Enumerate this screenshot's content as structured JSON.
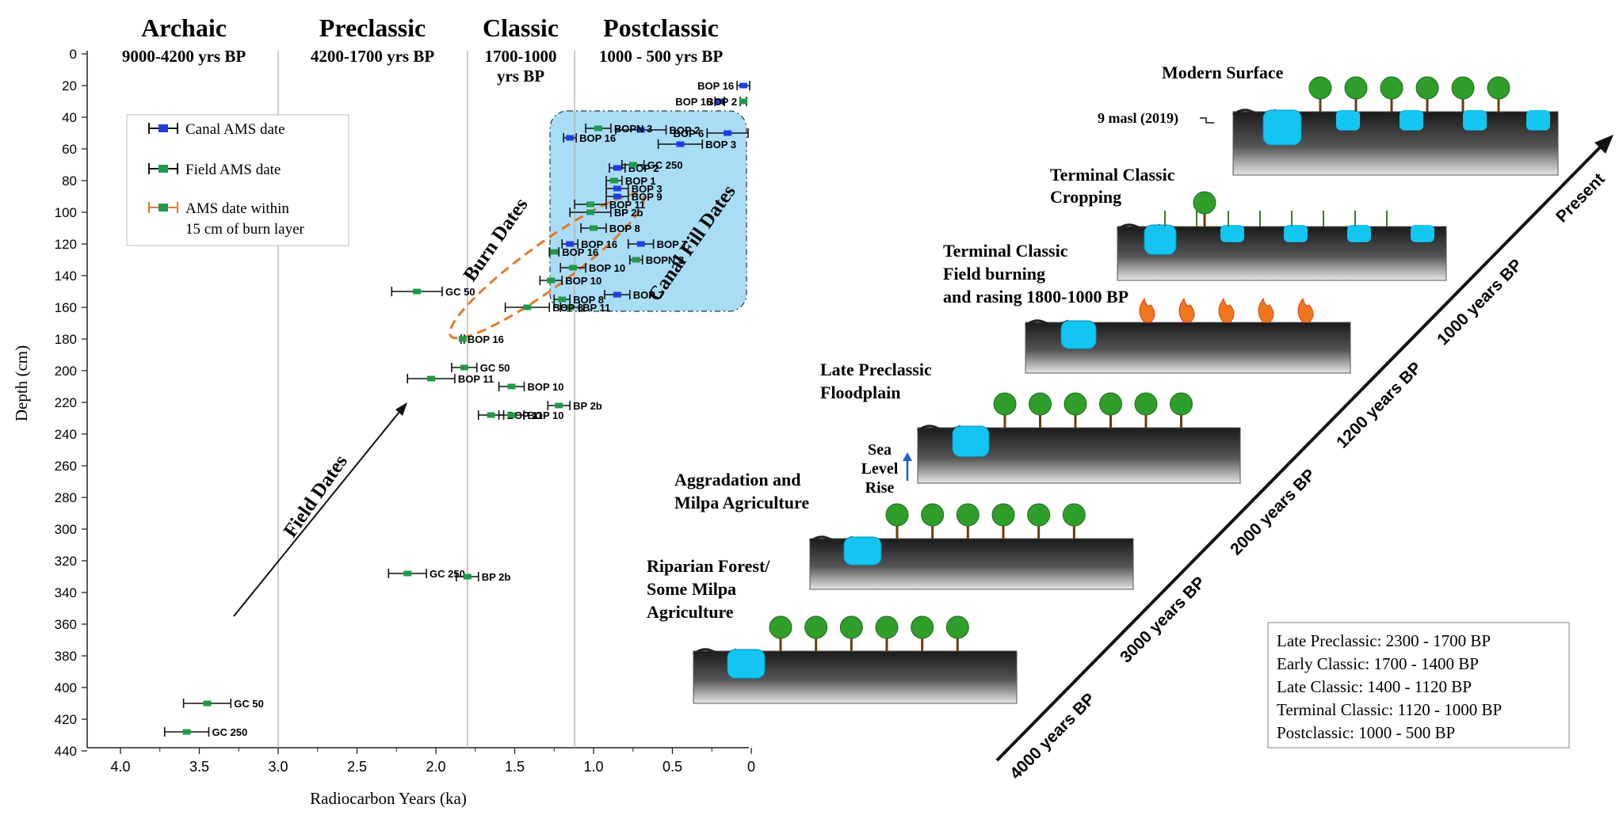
{
  "periods": [
    {
      "name": "Archaic",
      "range": "9000-4200 yrs BP"
    },
    {
      "name": "Preclassic",
      "range": "4200-1700 yrs BP"
    },
    {
      "name": "Classic",
      "range": "1700-1000",
      "range2": "yrs BP"
    },
    {
      "name": "Postclassic",
      "range": "1000 - 500 yrs BP"
    }
  ],
  "chart_data": {
    "type": "scatter",
    "xlabel": "Radiocarbon Years (ka)",
    "ylabel": "Depth (cm)",
    "xlim": [
      4.0,
      0.0
    ],
    "ylim": [
      0,
      440
    ],
    "x_reversed": true,
    "y_reversed": true,
    "xticks": [
      "4.0",
      "3.5",
      "3.0",
      "2.5",
      "2.0",
      "1.5",
      "1.0",
      "0.5",
      "0"
    ],
    "xtick_values": [
      4.0,
      3.5,
      3.0,
      2.5,
      2.0,
      1.5,
      1.0,
      0.5,
      0.0
    ],
    "yticks": [
      0,
      20,
      40,
      60,
      80,
      100,
      120,
      140,
      160,
      180,
      200,
      220,
      240,
      260,
      280,
      300,
      320,
      340,
      360,
      380,
      400,
      420,
      440
    ],
    "period_boundaries": [
      3.0,
      1.8,
      1.12
    ],
    "legend": [
      {
        "label": "Canal AMS date",
        "color": "#1e3fe0"
      },
      {
        "label": "Field AMS date",
        "color": "#1e9a4a"
      },
      {
        "label": "AMS date within",
        "label2": "15 cm of burn layer",
        "color": "#e8782a"
      }
    ],
    "annotations": {
      "field": "Field Dates",
      "burn": "Burn Dates",
      "canal": "Canal  Fill Dates"
    },
    "series": [
      {
        "name": "Canal AMS date",
        "color": "#1e3fe0",
        "points": [
          {
            "label": "BOP 16",
            "x": 0.05,
            "y": 20,
            "xerr": 0.04
          },
          {
            "label": "BOP 16",
            "x": 0.2,
            "y": 30,
            "xerr": 0.03
          },
          {
            "label": "BOP 6",
            "x": 0.15,
            "y": 50,
            "xerr": 0.13
          },
          {
            "label": "BOP 2",
            "x": 0.7,
            "y": 48,
            "xerr": 0.16
          },
          {
            "label": "BOP 3",
            "x": 0.45,
            "y": 57,
            "xerr": 0.14
          },
          {
            "label": "BOP 16",
            "x": 1.15,
            "y": 53,
            "xerr": 0.04
          },
          {
            "label": "BOP 2",
            "x": 0.85,
            "y": 72,
            "xerr": 0.05
          },
          {
            "label": "BOP 3",
            "x": 0.85,
            "y": 85,
            "xerr": 0.07
          },
          {
            "label": "BOP 9",
            "x": 0.85,
            "y": 90,
            "xerr": 0.07
          },
          {
            "label": "BOP 7",
            "x": 0.7,
            "y": 120,
            "xerr": 0.08
          },
          {
            "label": "BOP 16",
            "x": 1.15,
            "y": 120,
            "xerr": 0.05
          },
          {
            "label": "BOP 7",
            "x": 0.85,
            "y": 152,
            "xerr": 0.08
          }
        ]
      },
      {
        "name": "Field AMS date",
        "color": "#1e9a4a",
        "points": [
          {
            "label": "BOP 2",
            "x": 0.05,
            "y": 30,
            "xerr": 0.02
          },
          {
            "label": "BOPN 3",
            "x": 0.97,
            "y": 47,
            "xerr": 0.08
          },
          {
            "label": "GC 250",
            "x": 0.75,
            "y": 70,
            "xerr": 0.07
          },
          {
            "label": "BOP 1",
            "x": 0.87,
            "y": 80,
            "xerr": 0.05
          },
          {
            "label": "BOP 11",
            "x": 1.02,
            "y": 95,
            "xerr": 0.1
          },
          {
            "label": "BP 2b",
            "x": 1.02,
            "y": 100,
            "xerr": 0.13
          },
          {
            "label": "BOP 8",
            "x": 1.0,
            "y": 110,
            "xerr": 0.08
          },
          {
            "label": "BOP 16",
            "x": 1.25,
            "y": 125,
            "xerr": 0.03
          },
          {
            "label": "BOPN 3",
            "x": 0.73,
            "y": 130,
            "xerr": 0.04
          },
          {
            "label": "BOP 10",
            "x": 1.13,
            "y": 135,
            "xerr": 0.08
          },
          {
            "label": "BOP 10",
            "x": 1.27,
            "y": 143,
            "xerr": 0.07
          },
          {
            "label": "BOP 8",
            "x": 1.2,
            "y": 155,
            "xerr": 0.05
          },
          {
            "label": "BP 11",
            "x": 1.15,
            "y": 160,
            "xerr": 0.06
          },
          {
            "label": "BOP 8",
            "x": 1.42,
            "y": 160,
            "xerr": 0.14
          },
          {
            "label": "GC 50",
            "x": 2.12,
            "y": 150,
            "xerr": 0.16
          },
          {
            "label": "BOP 16",
            "x": 1.83,
            "y": 180,
            "xerr": 0.01
          },
          {
            "label": "GC 50",
            "x": 1.82,
            "y": 198,
            "xerr": 0.08
          },
          {
            "label": "BOP 11",
            "x": 2.03,
            "y": 205,
            "xerr": 0.15
          },
          {
            "label": "BOP 10",
            "x": 1.52,
            "y": 210,
            "xerr": 0.08
          },
          {
            "label": "BP 2b",
            "x": 1.22,
            "y": 222,
            "xerr": 0.07
          },
          {
            "label": "BOP 11",
            "x": 1.65,
            "y": 228,
            "xerr": 0.08
          },
          {
            "label": "BOP 10",
            "x": 1.52,
            "y": 228,
            "xerr": 0.08
          },
          {
            "label": "GC 250",
            "x": 2.18,
            "y": 328,
            "xerr": 0.12
          },
          {
            "label": "BP 2b",
            "x": 1.8,
            "y": 330,
            "xerr": 0.07
          },
          {
            "label": "GC 50",
            "x": 3.45,
            "y": 410,
            "xerr": 0.15
          },
          {
            "label": "GC 250",
            "x": 3.58,
            "y": 428,
            "xerr": 0.14
          }
        ]
      }
    ],
    "burn_highlighted": [
      "BOP 8",
      "BOP 10",
      "BOP 11",
      "BOP 16"
    ]
  },
  "stages": [
    {
      "title": "Modern Surface",
      "label": "9 masl (2019)"
    },
    {
      "title": "Terminal Classic",
      "title2": "Cropping"
    },
    {
      "title": "Terminal Classic",
      "title2": "Field burning",
      "title3": "and rasing 1800-1000 BP"
    },
    {
      "title": "Late Preclassic",
      "title2": "Floodplain"
    },
    {
      "title": "Aggradation and",
      "title2": "Milpa Agriculture"
    },
    {
      "title": "Riparian Forest/",
      "title2": "Some Milpa",
      "title3": "Agriculture"
    }
  ],
  "sea_level": {
    "line1": "Sea",
    "line2": "Level",
    "line3": "Rise"
  },
  "timeline": [
    "4000 years BP",
    "3000 years BP",
    "2000 years BP",
    "1200 years BP",
    "1000 years BP",
    "Present"
  ],
  "period_legend": [
    "Late Preclassic: 2300 - 1700 BP",
    "Early Classic: 1700 - 1400 BP",
    "Late Classic: 1400 - 1120 BP",
    "Terminal Classic: 1120 - 1000 BP",
    "Postclassic: 1000 - 500 BP"
  ]
}
